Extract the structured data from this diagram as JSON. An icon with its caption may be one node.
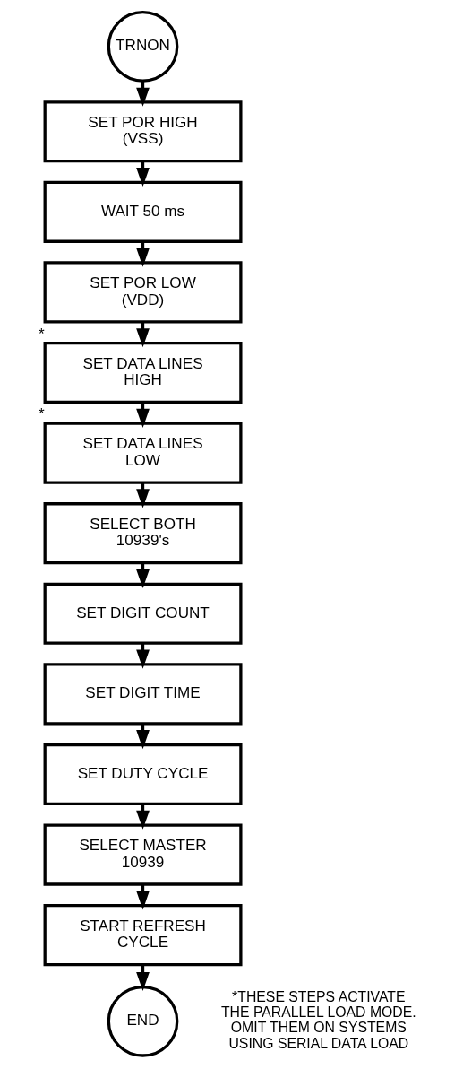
{
  "diagram": {
    "nodes": [
      {
        "text": [
          "TRNON"
        ]
      },
      {
        "text": [
          "SET POR HIGH (VSS)"
        ]
      },
      {
        "text": [
          "WAIT 50 ms"
        ]
      },
      {
        "text": [
          "SET POR LOW (VDD)"
        ]
      },
      {
        "text": [
          "SET DATA LINES HIGH"
        ],
        "beside": [
          "*"
        ]
      },
      {
        "text": [
          "SET DATA LINES LOW"
        ],
        "beside": [
          "*"
        ]
      },
      {
        "text": [
          "SELECT BOTH 10939's"
        ]
      },
      {
        "text": [
          "SET DIGIT COUNT"
        ]
      },
      {
        "text": [
          "SET DIGIT TIME"
        ]
      },
      {
        "text": [
          "SET DUTY CYCLE"
        ]
      },
      {
        "text": [
          "SELECT MASTER 10939"
        ]
      },
      {
        "text": [
          "START REFRESH CYCLE"
        ]
      },
      {
        "text": [
          "END"
        ]
      }
    ],
    "edges": [
      {
        "from": 0,
        "to": 1,
        "arrow": "to"
      },
      {
        "from": 1,
        "to": 2,
        "arrow": "to"
      },
      {
        "from": 2,
        "to": 3,
        "arrow": "to"
      },
      {
        "from": 3,
        "to": 4,
        "arrow": "to"
      },
      {
        "from": 4,
        "to": 5,
        "arrow": "to"
      },
      {
        "from": 5,
        "to": 6,
        "arrow": "to"
      },
      {
        "from": 6,
        "to": 7,
        "arrow": "to"
      },
      {
        "from": 7,
        "to": 8,
        "arrow": "to"
      },
      {
        "from": 8,
        "to": 9,
        "arrow": "to"
      },
      {
        "from": 9,
        "to": 10,
        "arrow": "to"
      },
      {
        "from": 10,
        "to": 11,
        "arrow": "to"
      },
      {
        "from": 11,
        "to": 12,
        "arrow": "to"
      }
    ],
    "labels": [
      "*THESE STEPS ACTIVATE THE PARALLEL LOAD MODE. OMIT THEM ON SYSTEMS USING SERIAL DATA LOAD"
    ]
  }
}
